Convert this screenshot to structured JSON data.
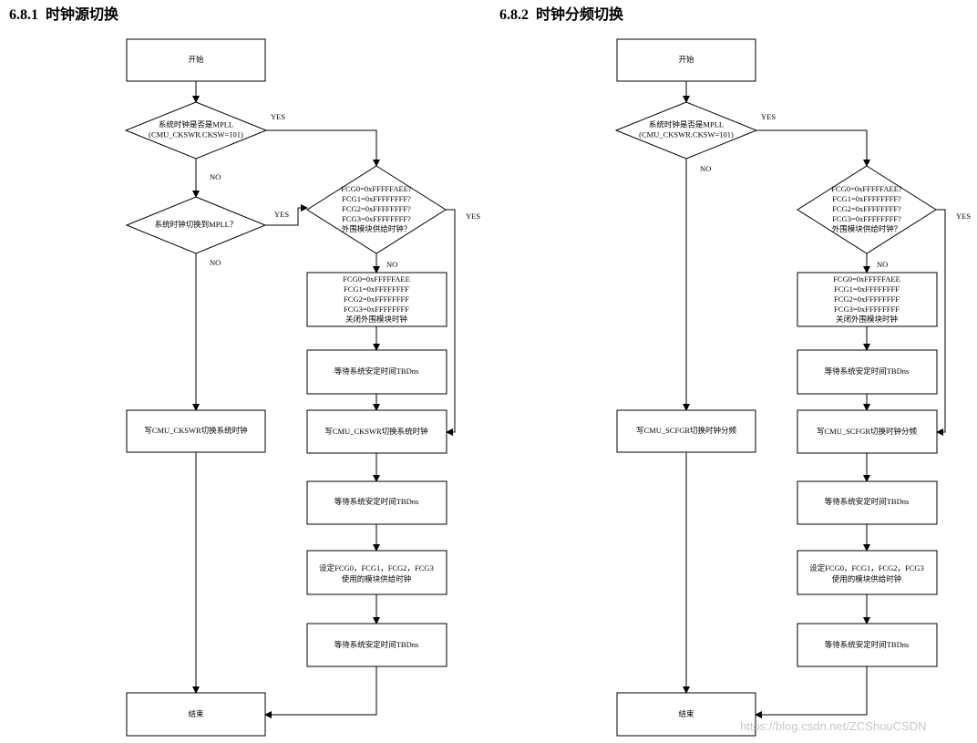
{
  "diagrams": [
    {
      "number": "6.8.1",
      "title": "时钟源切换",
      "start": "开始",
      "check_mpll": [
        "系统时钟是否是MPLL",
        "(CMU_CKSWR.CKSW=101)"
      ],
      "check_mpll_yes": "YES",
      "check_mpll_no": "NO",
      "switch_to_mpll": [
        "系统时钟切换到MPLL？"
      ],
      "switch_to_mpll_yes": "YES",
      "switch_to_mpll_no": "NO",
      "check_fcg": [
        "FCG0=0xFFFFFAEE?",
        "FCG1=0xFFFFFFFF?",
        "FCG2=0xFFFFFFFF?",
        "FCG3=0xFFFFFFFF?",
        "外围模块供给时钟？"
      ],
      "check_fcg_yes": "YES",
      "check_fcg_no": "NO",
      "set_fcg_off": [
        "FCG0=0xFFFFFAEE",
        "FCG1=0xFFFFFFFF",
        "FCG2=0xFFFFFFFF",
        "FCG3=0xFFFFFFFF",
        "关闭外围模块时钟"
      ],
      "wait1": [
        "等待系统安定时间TBDns"
      ],
      "write_right": [
        "写CMU_CKSWR切换系统时钟"
      ],
      "wait2": [
        "等待系统安定时间TBDns"
      ],
      "set_fcg": [
        "设定FCG0，FCG1，FCG2，FCG3",
        "使用的模块供给时钟"
      ],
      "wait3": [
        "等待系统安定时间TBDns"
      ],
      "write_left": [
        "写CMU_CKSWR切换系统时钟"
      ],
      "end": "结束"
    },
    {
      "number": "6.8.2",
      "title": "时钟分频切换",
      "start": "开始",
      "check_mpll": [
        "系统时钟是否是MPLL",
        "(CMU_CKSWR.CKSW=101)"
      ],
      "check_mpll_yes": "YES",
      "check_mpll_no": "NO",
      "check_fcg": [
        "FCG0=0xFFFFFAEE?",
        "FCG1=0xFFFFFFFF?",
        "FCG2=0xFFFFFFFF?",
        "FCG3=0xFFFFFFFF?",
        "外围模块供给时钟？"
      ],
      "check_fcg_yes": "YES",
      "check_fcg_no": "NO",
      "set_fcg_off": [
        "FCG0=0xFFFFFAEE",
        "FCG1=0xFFFFFFFF",
        "FCG2=0xFFFFFFFF",
        "FCG3=0xFFFFFFFF",
        "关闭外围模块时钟"
      ],
      "wait1": [
        "等待系统安定时间TBDns"
      ],
      "write_right": [
        "写CMU_SCFGR切换时钟分频"
      ],
      "wait2": [
        "等待系统安定时间TBDns"
      ],
      "set_fcg": [
        "设定FCG0，FCG1，FCG2，FCG3",
        "使用的模块供给时钟"
      ],
      "wait3": [
        "等待系统安定时间TBDns"
      ],
      "write_left": [
        "写CMU_SCFGR切换时钟分频"
      ],
      "end": "结束"
    }
  ],
  "watermark": "https://blog.csdn.net/ZCShouCSDN"
}
